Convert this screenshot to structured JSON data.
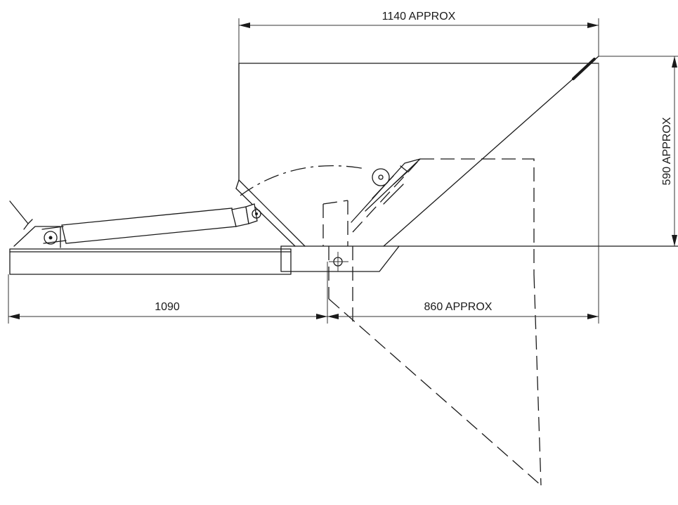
{
  "dimensions": {
    "top_width": "1140 APPROX",
    "height": "590 APPROX",
    "base_length": "1090",
    "overhang": "860 APPROX"
  }
}
